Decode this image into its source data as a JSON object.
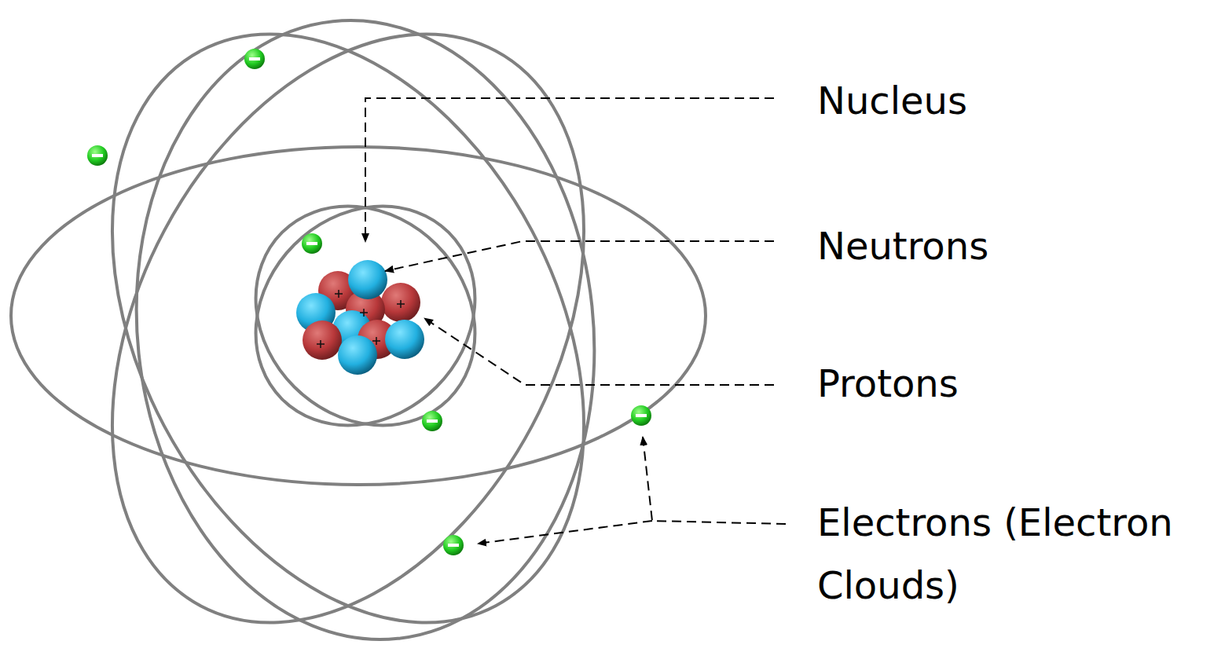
{
  "diagram": {
    "labels": [
      "Nucleus",
      "Neutrons",
      "Protons",
      "Electrons (Electron Clouds)"
    ]
  }
}
